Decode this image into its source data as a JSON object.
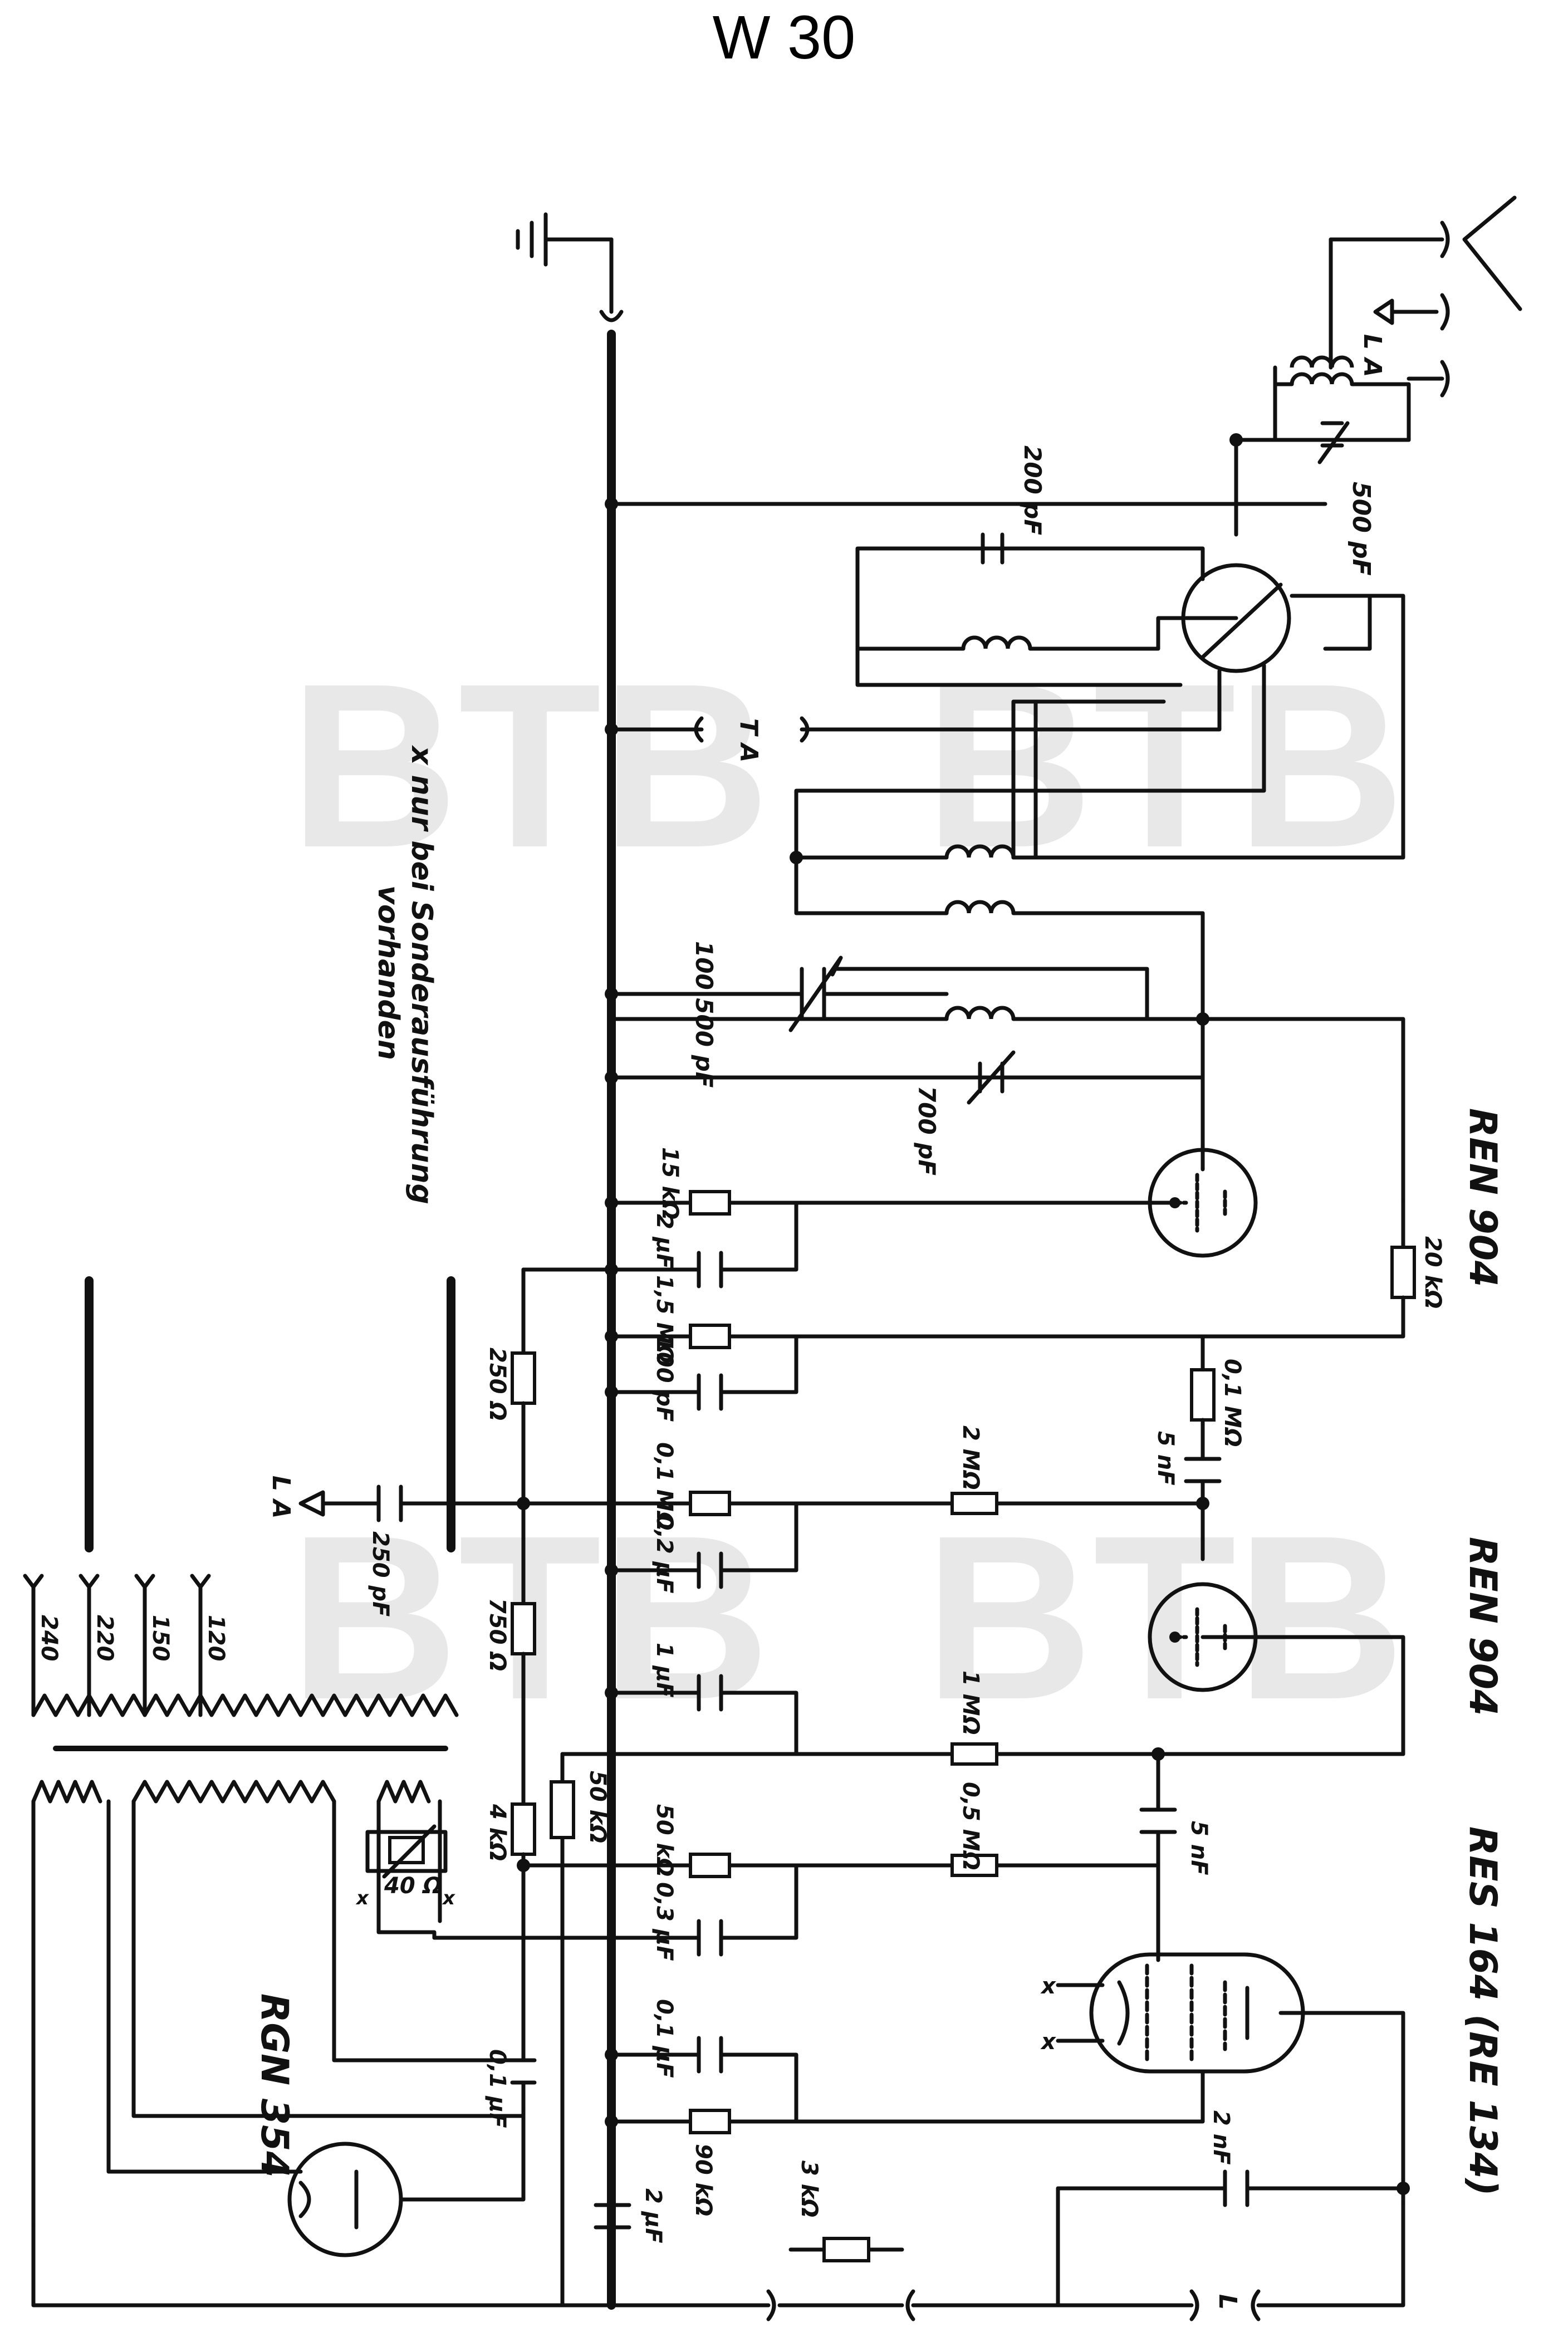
{
  "title": "W 30",
  "watermark": "BTB",
  "note": {
    "line1": "x nur bei Sonderausführung",
    "line2": "vorhanden"
  },
  "tubes": [
    {
      "id": "t1",
      "name": "REN 904"
    },
    {
      "id": "t2",
      "name": "REN 904"
    },
    {
      "id": "t3",
      "name": "RES 164 (RE 134)"
    },
    {
      "id": "t4",
      "name": "RGN 354"
    }
  ],
  "components": {
    "c200": "200 pF",
    "c500a": "500 pF",
    "c100_500": "100 500 pF",
    "c700": "700 pF",
    "r15k": "15 kΩ",
    "c2uf_a": "2 µF",
    "r1_5m": "1,5 MΩ",
    "c100pf": "100 pF",
    "r20k": "20 kΩ",
    "r250": "250 Ω",
    "r0_1m": "0,1 MΩ",
    "c250pf": "250 pF",
    "r2m": "2 MΩ",
    "r01m_b": "0,1 MΩ",
    "c5nf_a": "5 nF",
    "c0_2uf": "0,2 µF",
    "r750": "750 Ω",
    "c1uf": "1 µF",
    "r1m": "1 MΩ",
    "r50k_v": "50 kΩ",
    "r50k": "50 kΩ",
    "c5nf_b": "5 nF",
    "r0_5m": "0,5 MΩ",
    "r40": "40 Ω",
    "c0_3uf": "0,3 µF",
    "r4k": "4 kΩ",
    "c0_1uf_a": "0,1 µF",
    "c0_1uf_b": "0,1 µF",
    "r90k": "90 kΩ",
    "c2nf": "2 nF",
    "c2uf_b": "2 µF",
    "r3k": "3 kΩ",
    "x": "x"
  },
  "connectors": {
    "la_top": "L A",
    "la_left": "L A",
    "ta": "T A",
    "l": "L"
  },
  "mains_taps": [
    "240",
    "220",
    "150",
    "120"
  ]
}
